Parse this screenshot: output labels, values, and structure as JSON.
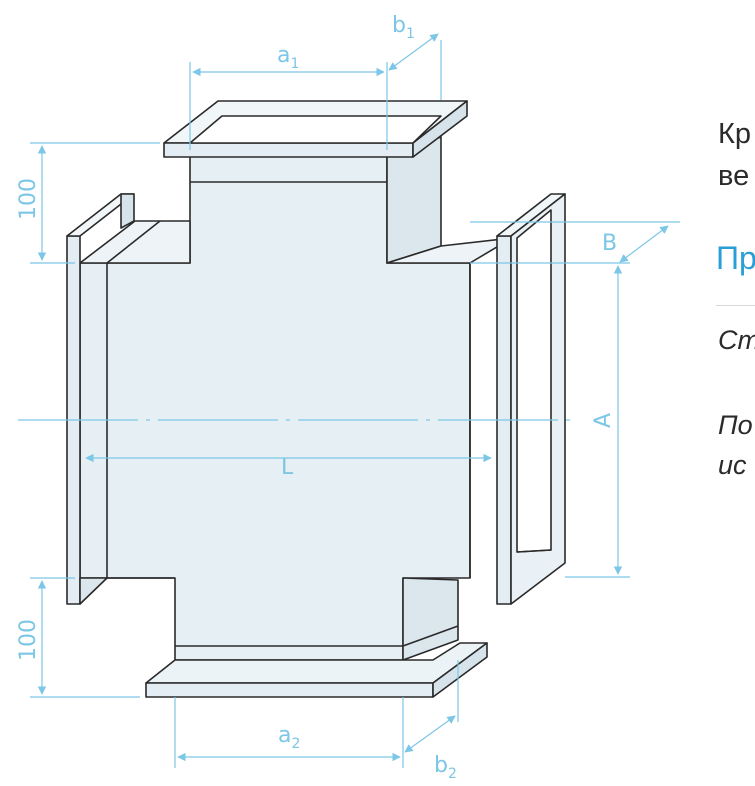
{
  "diagram": {
    "labels": {
      "a1": "a",
      "a1_sub": "1",
      "b1": "b",
      "b1_sub": "1",
      "a2": "a",
      "a2_sub": "2",
      "b2": "b",
      "b2_sub": "2",
      "B": "B",
      "A": "A",
      "L": "L",
      "dim_top_left": "100",
      "dim_bottom_left": "100"
    }
  },
  "side_panel": {
    "text_line1": "Кр",
    "text_line2": "ве",
    "heading": "Пр",
    "italic_line1": "Ст",
    "italic_line2": "По",
    "italic_line3": "ис"
  },
  "colors": {
    "body_fill": "#e6eff4",
    "flange_fill": "#f1f6f9",
    "outline": "#2a2a2a",
    "dimension": "#7cc6e6",
    "heading": "#2a9fd6"
  }
}
